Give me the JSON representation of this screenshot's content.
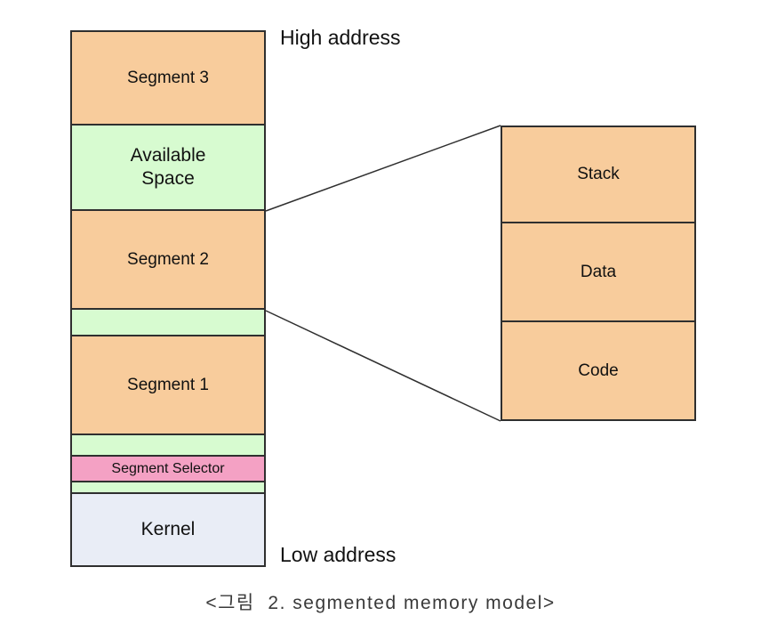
{
  "figure": {
    "high_address_label": "High address",
    "low_address_label": "Low address",
    "caption": "<그림  2. segmented memory model>"
  },
  "memory_column": {
    "segments": [
      {
        "label": "Segment 3",
        "fill": "#f8cc9c",
        "type": "segment"
      },
      {
        "label": "Available Space",
        "fill": "#d7fbd0",
        "type": "free-space"
      },
      {
        "label": "Segment 2",
        "fill": "#f8cc9c",
        "type": "segment"
      },
      {
        "label": "",
        "fill": "#d7fbd0",
        "type": "spacer"
      },
      {
        "label": "Segment 1",
        "fill": "#f8cc9c",
        "type": "segment"
      },
      {
        "label": "",
        "fill": "#d7fbd0",
        "type": "spacer"
      },
      {
        "label": "Segment Selector",
        "fill": "#f4a1c4",
        "type": "selector"
      },
      {
        "label": "",
        "fill": "#d7fbd0",
        "type": "spacer"
      },
      {
        "label": "Kernel",
        "fill": "#e9edf6",
        "type": "kernel"
      }
    ]
  },
  "detail_box": {
    "sections": [
      {
        "label": "Stack"
      },
      {
        "label": "Data"
      },
      {
        "label": "Code"
      }
    ],
    "fill": "#f8cc9c",
    "expanded_from": "Segment 2"
  },
  "colors": {
    "segment_fill": "#f8cc9c",
    "free_space_fill": "#d7fbd0",
    "selector_fill": "#f4a1c4",
    "kernel_fill": "#e9edf6",
    "border": "#2f2f2f",
    "text": "#111111",
    "caption_text": "#3a3a3a"
  }
}
